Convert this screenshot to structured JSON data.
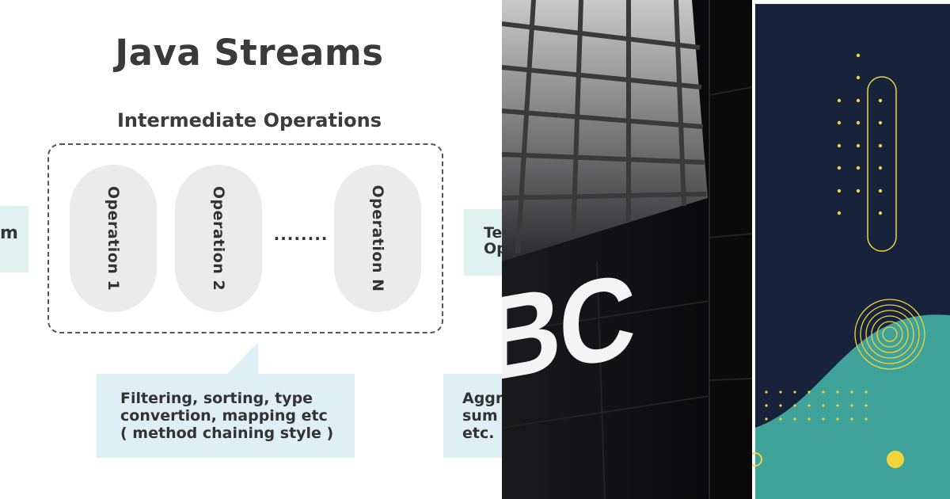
{
  "diagram": {
    "title": "Java Streams",
    "subtitle": "Intermediate Operations",
    "operations": [
      "Operation 1",
      "Operation 2",
      "Operation N"
    ],
    "ellipsis": "........",
    "left_box_text": "m",
    "right_box_text": "Te\nOp",
    "callout_text": "Filtering, sorting, type\nconvertion, mapping etc\n( method chaining style )",
    "callout_right_text": "Aggr\nsum\netc."
  },
  "photo": {
    "sign_text": "BC"
  },
  "colors": {
    "diagram_text": "#333333",
    "pill_fill": "#ebebeb",
    "box_fill": "#e0f2ef",
    "callout_fill": "#def0f5",
    "deco_navy": "#17223b",
    "deco_teal": "#3fa39a",
    "deco_yellow": "#f2d33d"
  }
}
